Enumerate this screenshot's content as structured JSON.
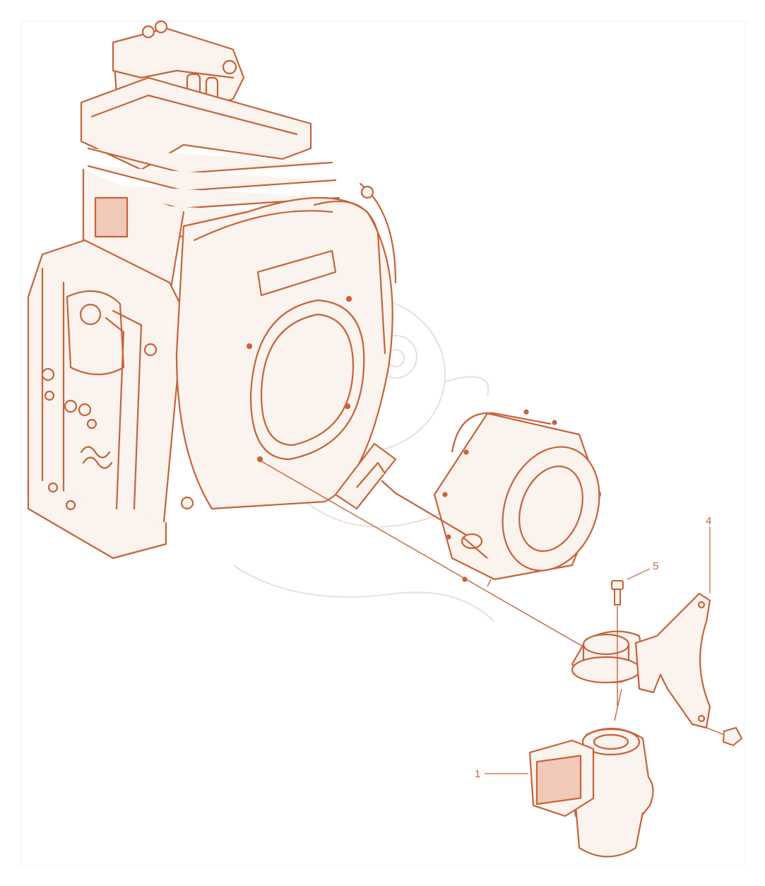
{
  "diagram": {
    "line_color": "#c8623a",
    "light_fill": "#fbeee7",
    "watermark_color": "#e9dcd4",
    "callouts": [
      {
        "id": "callout-1",
        "label": "1"
      },
      {
        "id": "callout-4",
        "label": "4"
      },
      {
        "id": "callout-5",
        "label": "5"
      }
    ]
  }
}
